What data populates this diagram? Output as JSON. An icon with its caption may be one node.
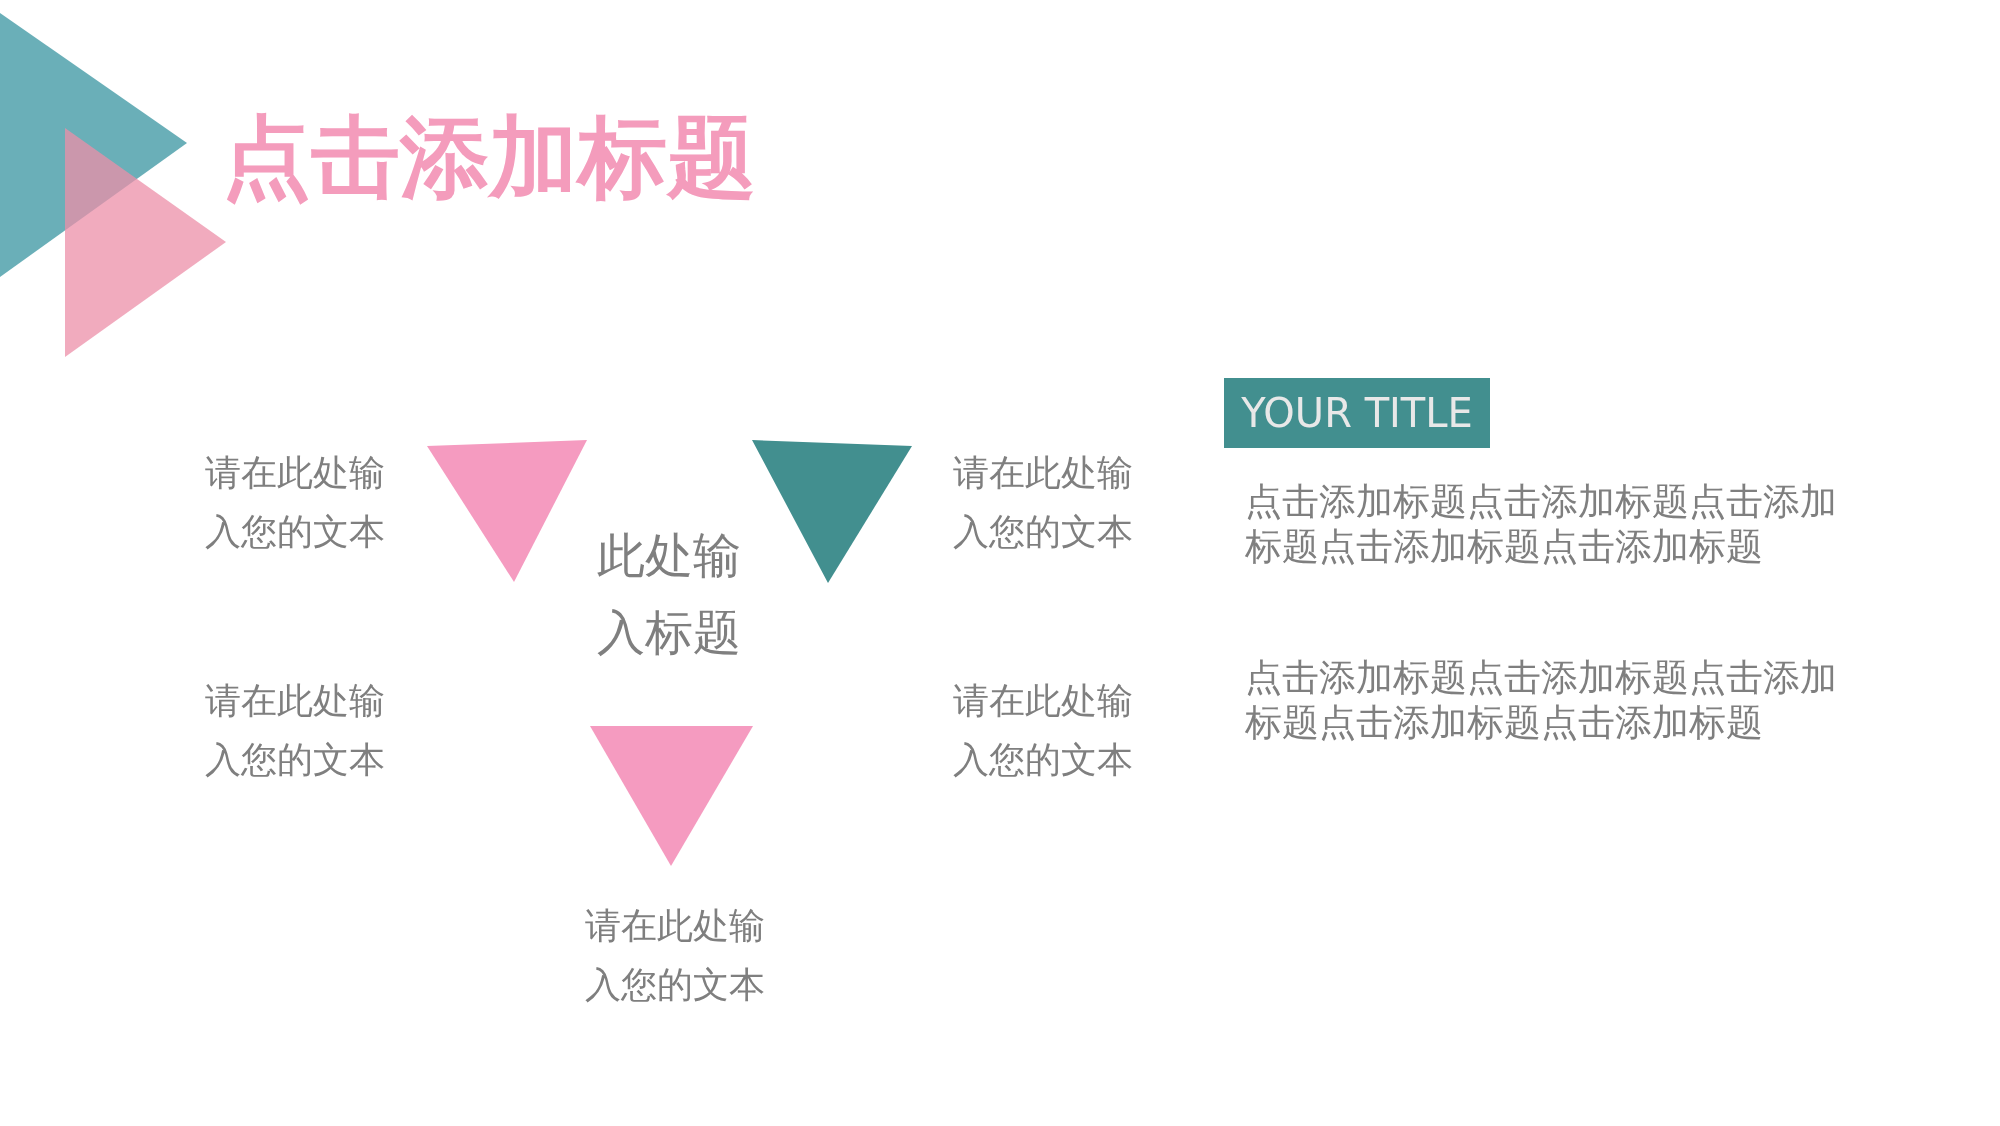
{
  "diagram": {
    "title": "点击添加标题",
    "nodes": [
      {
        "text": [],
        "shape": "triangle"
      },
      {
        "text": [],
        "shape": "triangle"
      },
      {
        "text": [],
        "shape": "triangle"
      },
      {
        "text": [
          "YOUR TITLE"
        ]
      }
    ],
    "labels": [
      "请在此处输入您的文本",
      "此处输入标题",
      "请在此处输入您的文本",
      "请在此处输入您的文本",
      "请在此处输入您的文本",
      "请在此处输入您的文本",
      "点击添加标题点击添加标题点击添加标题点击添加标题点击添加标题",
      "点击添加标题点击添加标题点击添加标题点击添加标题点击添加标题"
    ]
  }
}
